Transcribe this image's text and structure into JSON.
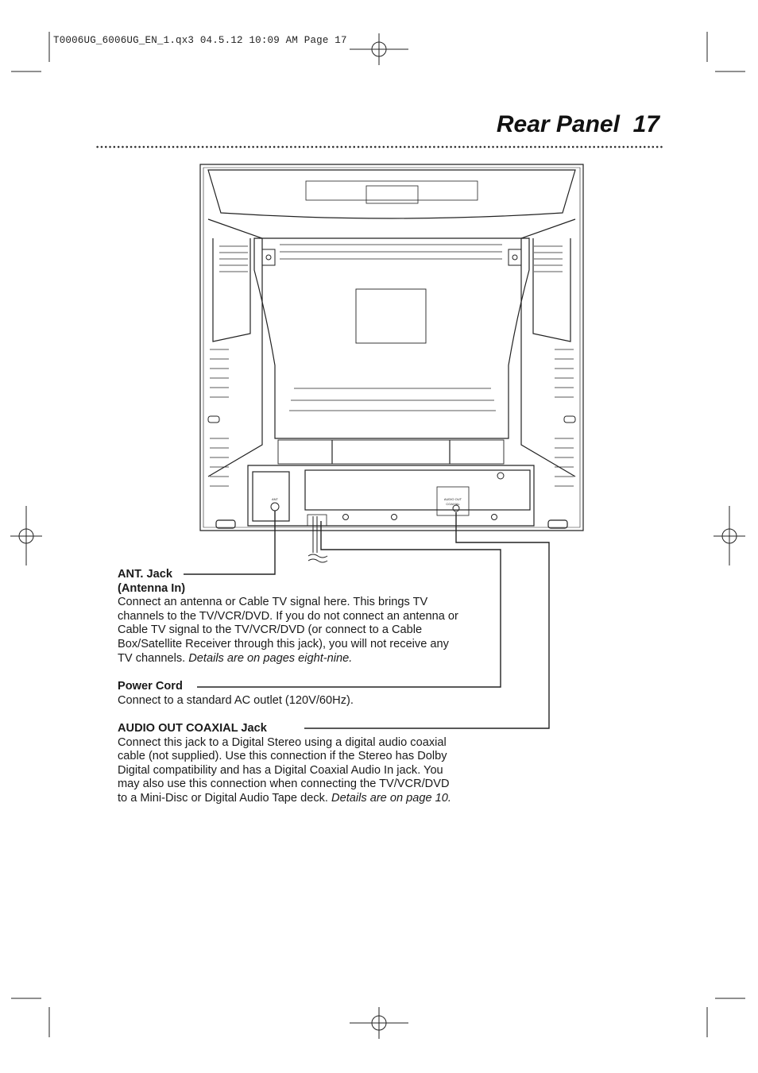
{
  "slug": "T0006UG_6006UG_EN_1.qx3  04.5.12  10:09 AM  Page 17",
  "page_title": "Rear Panel",
  "page_number": "17",
  "sections": {
    "ant": {
      "heading_line1": "ANT. Jack",
      "heading_line2": "(Antenna In)",
      "body": "Connect an antenna or Cable TV signal here. This brings TV channels to the TV/VCR/DVD. If you do not connect an antenna or Cable TV signal to the TV/VCR/DVD (or connect to a Cable Box/Satellite Receiver through this jack), you will not receive any TV channels.",
      "ref": "Details are on pages eight-nine."
    },
    "power": {
      "heading": "Power Cord",
      "body": "Connect to a standard AC outlet (120V/60Hz)."
    },
    "audio": {
      "heading": "AUDIO OUT COAXIAL Jack",
      "body": "Connect this jack to a Digital Stereo using a digital audio coaxial cable (not supplied). Use this connection if the Stereo has Dolby Digital compatibility and has a Digital Coaxial Audio In jack. You may also use this connection when connecting the TV/VCR/DVD to a Mini-Disc or Digital Audio Tape deck.",
      "ref": "Details are on page 10."
    }
  },
  "diagram": {
    "ant_label": "ANT",
    "audio_label_line1": "AUDIO OUT",
    "audio_label_line2": "COAXIAL"
  }
}
